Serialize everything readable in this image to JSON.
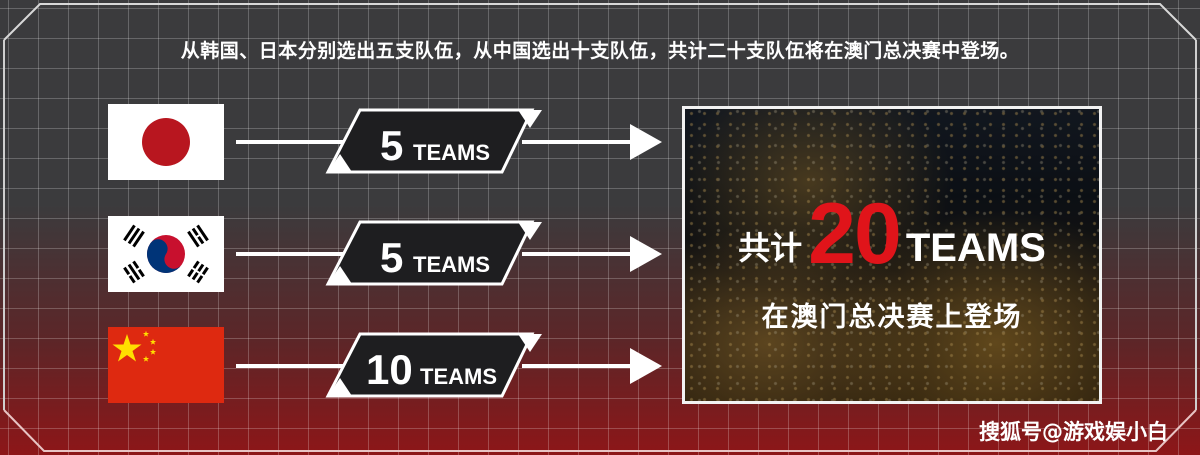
{
  "headline": "从韩国、日本分别选出五支队伍，从中国选出十支队伍，共计二十支队伍将在澳门总决赛中登场。",
  "rows": [
    {
      "country": "Japan",
      "flag_icon": "japan-flag-icon",
      "number": "5",
      "unit": "TEAMS"
    },
    {
      "country": "Korea",
      "flag_icon": "south-korea-flag-icon",
      "number": "5",
      "unit": "TEAMS"
    },
    {
      "country": "China",
      "flag_icon": "china-flag-icon",
      "number": "10",
      "unit": "TEAMS"
    }
  ],
  "result": {
    "prefix": "共计",
    "number": "20",
    "unit": "TEAMS",
    "subtitle": "在澳门总决赛上登场"
  },
  "watermark": "搜狐号@游戏娱小白",
  "colors": {
    "accent_red": "#e0141a",
    "background_dark": "#3b3b3d",
    "background_red": "#96120f",
    "text": "#ffffff"
  }
}
